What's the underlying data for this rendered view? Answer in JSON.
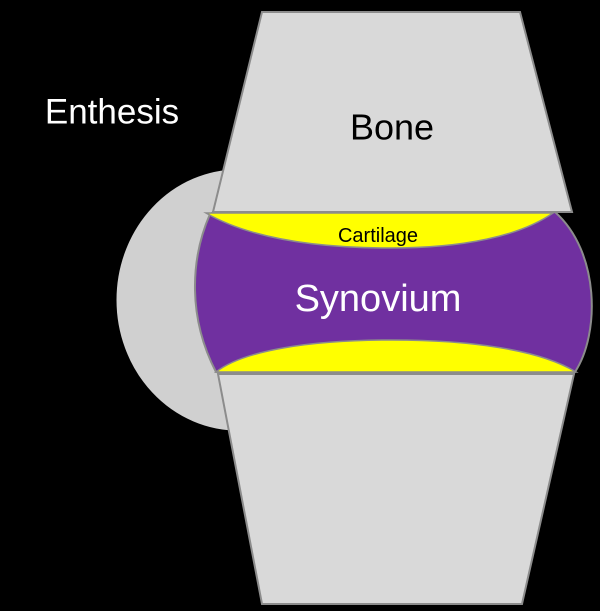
{
  "labels": {
    "enthesis": "Enthesis",
    "bone": "Bone",
    "cartilage": "Cartilage",
    "synovium": "Synovium"
  },
  "colors": {
    "background": "#000000",
    "bone_fill": "#d9d9d9",
    "bone_stroke": "#8c8c8c",
    "enthesis_fill": "#d0d0d0",
    "synovium_fill": "#7030a0",
    "cartilage_fill": "#ffff00",
    "dark_text": "#000000",
    "light_text": "#ffffff"
  }
}
